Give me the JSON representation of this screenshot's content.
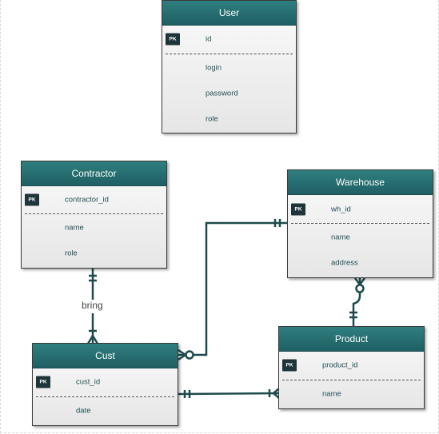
{
  "entities": {
    "user": {
      "title": "User",
      "pk_badge": "PK",
      "pk_field": "id",
      "fields": [
        "login",
        "password",
        "role"
      ]
    },
    "contractor": {
      "title": "Contractor",
      "pk_badge": "PK",
      "pk_field": "contractor_id",
      "fields": [
        "name",
        "role"
      ]
    },
    "warehouse": {
      "title": "Warehouse",
      "pk_badge": "PK",
      "pk_field": "wh_id",
      "fields": [
        "name",
        "address"
      ]
    },
    "cust": {
      "title": "Cust",
      "pk_badge": "PK",
      "pk_field": "cust_id",
      "fields": [
        "date"
      ]
    },
    "product": {
      "title": "Product",
      "pk_badge": "PK",
      "pk_field": "product_id",
      "fields": [
        "name"
      ]
    }
  },
  "relationships": {
    "contractor_cust": {
      "label": "bring",
      "from": "Contractor",
      "to": "Cust",
      "from_end": "one-and-only-one",
      "to_end": "one-or-many"
    },
    "warehouse_cust": {
      "label": "",
      "from": "Warehouse",
      "to": "Cust",
      "from_end": "one-and-only-one",
      "to_end": "zero-or-many"
    },
    "warehouse_product": {
      "label": "",
      "from": "Warehouse",
      "to": "Product",
      "from_end": "zero-or-many",
      "to_end": "one-and-only-one"
    },
    "cust_product": {
      "label": "",
      "from": "Cust",
      "to": "Product",
      "from_end": "one-and-only-one",
      "to_end": "one-or-many"
    }
  },
  "colors": {
    "header": "#236a6c",
    "connector": "#1e4a4d",
    "pk_badge": "#1e3539",
    "field_text": "#1f4f55"
  }
}
